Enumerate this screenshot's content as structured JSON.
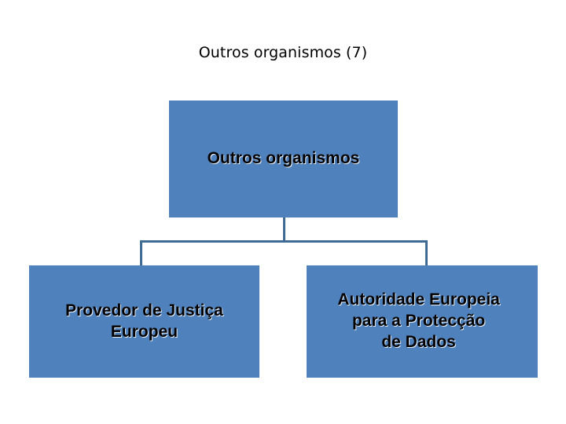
{
  "slide": {
    "title": "Outros organismos (7)",
    "background_color": "#FFFFFF"
  },
  "diagram": {
    "type": "organizational-chart",
    "node_fill_color": "#4F81BD",
    "connector_color": "#3E6A94",
    "text_color": "#000000",
    "root": {
      "label": "Outros organismos"
    },
    "children": [
      {
        "label": "Provedor de Justiça\nEuropeu"
      },
      {
        "label": "Autoridade Europeia\npara a Protecção\nde Dados"
      }
    ]
  }
}
